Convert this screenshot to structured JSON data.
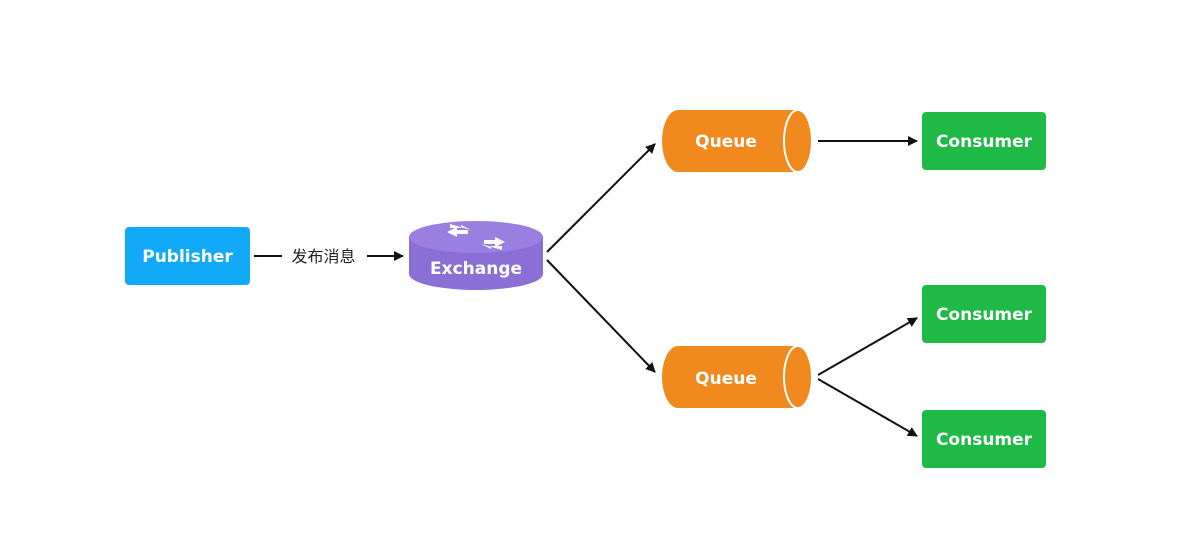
{
  "nodes": {
    "publisher": {
      "label": "Publisher"
    },
    "exchange": {
      "label": "Exchange"
    },
    "queue_top": {
      "label": "Queue"
    },
    "queue_bottom": {
      "label": "Queue"
    },
    "consumer_top": {
      "label": "Consumer"
    },
    "consumer_mid": {
      "label": "Consumer"
    },
    "consumer_bottom": {
      "label": "Consumer"
    }
  },
  "edges": {
    "publish_label": "发布消息"
  },
  "colors": {
    "publisher": "#13a9f9",
    "exchange": "#8b6fd6",
    "queue": "#f08a1e",
    "consumer": "#1fba45",
    "arrow": "#111111"
  }
}
